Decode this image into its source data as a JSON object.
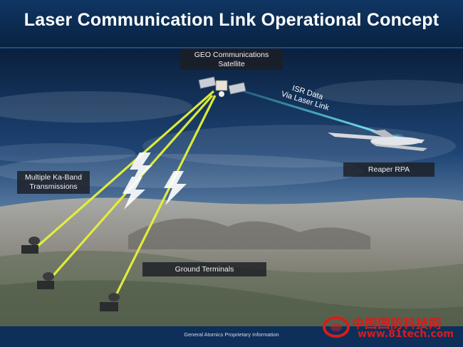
{
  "title": "Laser Communication Link Operational Concept",
  "labels": {
    "satellite_line1": "GEO Communications",
    "satellite_line2": "Satellite",
    "isr_line1": "ISR Data",
    "isr_line2": "Via Laser Link",
    "reaper": "Reaper RPA",
    "ka_line1": "Multiple Ka-Band",
    "ka_line2": "Transmissions",
    "ground": "Ground Terminals"
  },
  "footer": "General Atomics Proprietary Information",
  "watermark": {
    "text_cn": "中国国防科技网",
    "url": "www.81tech.com"
  },
  "colors": {
    "title_bar": "#0b2a4f",
    "ka_beam": "#e6f23a",
    "laser_link": "#3fe0e8",
    "watermark": "#d61d1d"
  },
  "icons": [
    "satellite-icon",
    "reaper-aircraft-icon",
    "ground-terminal-icon",
    "lightning-icon"
  ]
}
